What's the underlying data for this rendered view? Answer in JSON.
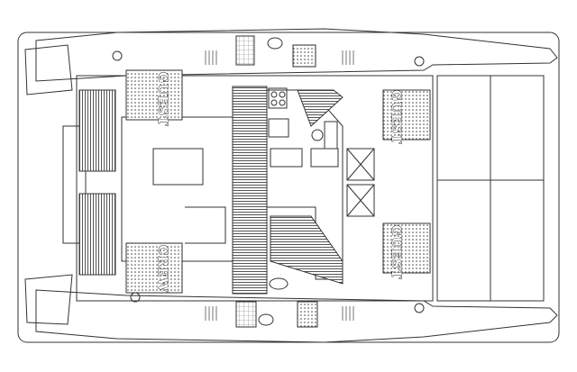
{
  "labels": {
    "guest_aft_port": "GUEST",
    "guest_fwd_port": "GUEST",
    "guest_fwd_starboard": "GUEST",
    "crew_aft_starboard": "CREW"
  },
  "colors": {
    "line": "#333333",
    "background": "#ffffff",
    "hatch": "#555555"
  }
}
